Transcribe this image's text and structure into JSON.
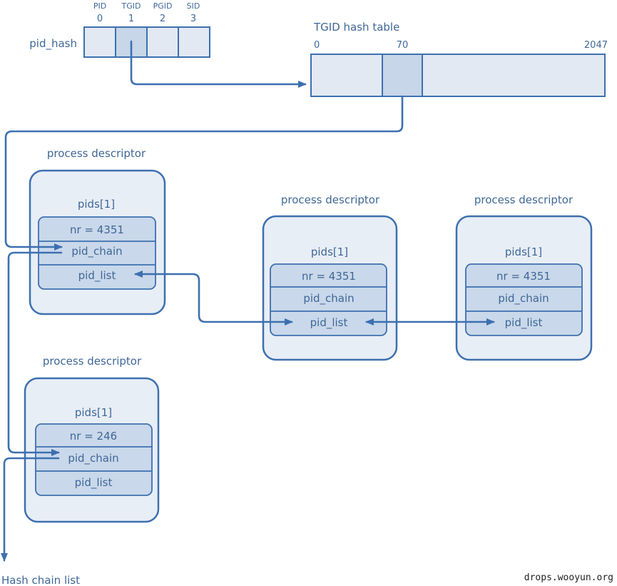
{
  "pid_hash": {
    "label": "pid_hash",
    "columns": [
      {
        "name": "PID",
        "index": "0"
      },
      {
        "name": "TGID",
        "index": "1"
      },
      {
        "name": "PGID",
        "index": "2"
      },
      {
        "name": "SID",
        "index": "3"
      }
    ]
  },
  "tgid_table": {
    "title": "TGID hash table",
    "idx_start": "0",
    "idx_mid": "70",
    "idx_end": "2047"
  },
  "descriptors": [
    {
      "title": "process descriptor",
      "pids": "pids[1]",
      "nr": "nr = 4351",
      "chain": "pid_chain",
      "list": "pid_list"
    },
    {
      "title": "process descriptor",
      "pids": "pids[1]",
      "nr": "nr = 4351",
      "chain": "pid_chain",
      "list": "pid_list"
    },
    {
      "title": "process descriptor",
      "pids": "pids[1]",
      "nr": "nr = 4351",
      "chain": "pid_chain",
      "list": "pid_list"
    },
    {
      "title": "process descriptor",
      "pids": "pids[1]",
      "nr": "nr = 246",
      "chain": "pid_chain",
      "list": "pid_list"
    }
  ],
  "hash_chain_label": "Hash chain list",
  "watermark": "drops.wooyun.org",
  "colors": {
    "stroke": "#3d70b0",
    "text": "#3f6797",
    "fill": "#e8eef6",
    "row_fill": "#c9d8ea"
  }
}
